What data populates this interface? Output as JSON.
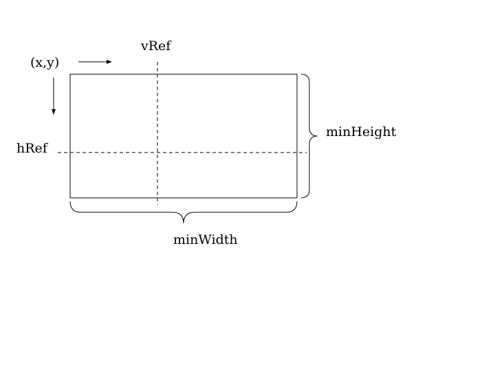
{
  "labels": {
    "origin": "(x,y)",
    "vref": "vRef",
    "href": "hRef",
    "min_height": "minHeight",
    "min_width": "minWidth"
  }
}
